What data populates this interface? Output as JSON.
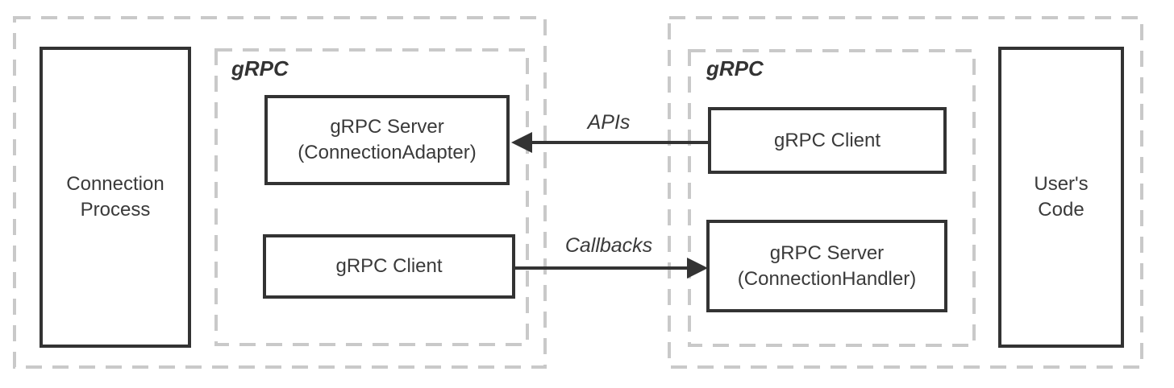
{
  "colors": {
    "solid_border": "#333333",
    "dashed_border": "#c9c9c9",
    "arrow": "#333333",
    "text": "#3a3a3a",
    "background": "#ffffff"
  },
  "left_region": {
    "connection_process": {
      "line1": "Connection",
      "line2": "Process"
    },
    "grpc_group_label": "gRPC",
    "grpc_server": {
      "line1": "gRPC Server",
      "line2": "(ConnectionAdapter)"
    },
    "grpc_client": {
      "label": "gRPC Client"
    }
  },
  "right_region": {
    "grpc_group_label": "gRPC",
    "grpc_client": {
      "label": "gRPC Client"
    },
    "grpc_server": {
      "line1": "gRPC Server",
      "line2": "(ConnectionHandler)"
    },
    "users_code": {
      "line1": "User's",
      "line2": "Code"
    }
  },
  "arrows": {
    "apis": {
      "label": "APIs"
    },
    "callbacks": {
      "label": "Callbacks"
    }
  }
}
